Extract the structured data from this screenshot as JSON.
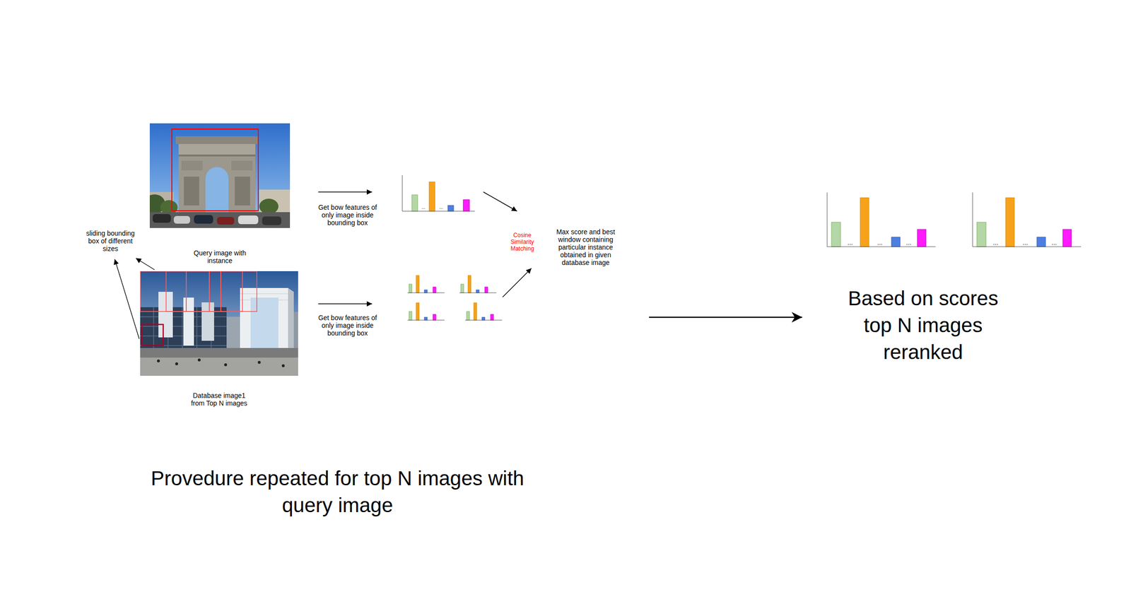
{
  "diagram": {
    "nodes": [
      {
        "text": [
          "Query image with instance"
        ]
      },
      {
        "text": [
          "Database image1 from Top N images"
        ]
      }
    ],
    "labels": [
      "Get bow features of only image inside bounding box",
      "...",
      "...",
      "sliding bounding box of different sizes",
      "Cosine Similarity Matching",
      "Max score and best window containing particular instance obtained in given database image",
      "Get bow features of only image inside bounding box",
      "...",
      "...",
      "...",
      "...",
      "...",
      "...",
      "Based on scores top N images reranked",
      "Provedure repeated for top N images with query image"
    ]
  }
}
